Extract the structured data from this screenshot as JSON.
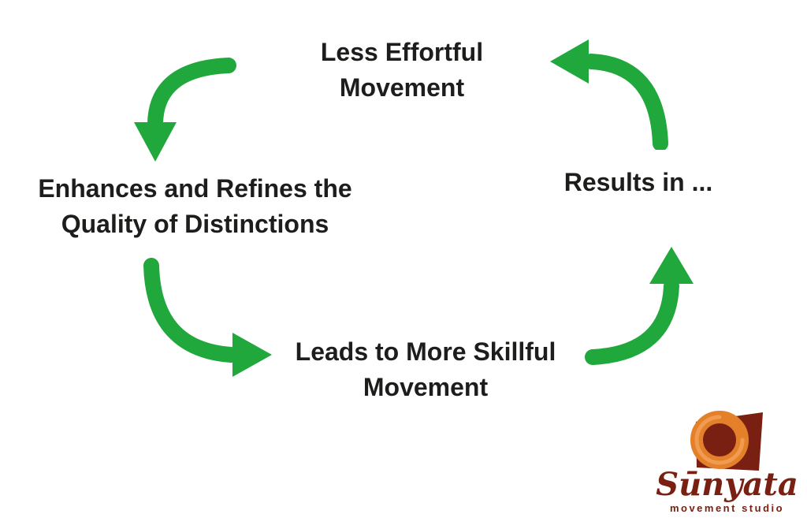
{
  "colors": {
    "arrow_green": "#21a83c",
    "text_black": "#1d1d1b",
    "logo_maroon": "#7a2012",
    "logo_orange": "#e5802a",
    "logo_orange_light": "#f09b4f",
    "background": "#ffffff"
  },
  "diagram": {
    "nodes": {
      "top": {
        "lines": [
          "Less Effortful",
          "Movement"
        ]
      },
      "left": {
        "lines": [
          "Enhances and Refines the",
          "Quality of Distinctions"
        ]
      },
      "bottom": {
        "lines": [
          "Leads to More Skillful",
          "Movement"
        ]
      },
      "right": {
        "lines": [
          "Results in ..."
        ]
      }
    }
  },
  "logo": {
    "brand": "Sūnyata",
    "tagline": "movement studio"
  }
}
